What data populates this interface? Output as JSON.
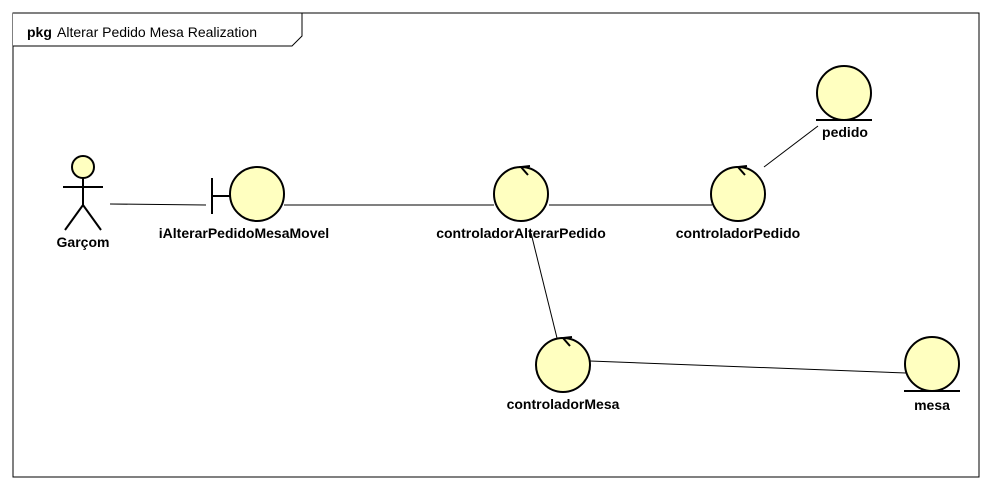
{
  "frame": {
    "keyword": "pkg",
    "title": "Alterar Pedido Mesa Realization"
  },
  "nodes": {
    "garcom": {
      "label": "Garçom",
      "kind": "actor"
    },
    "iAlterarPedidoMesaMovel": {
      "label": "iAlterarPedidoMesaMovel",
      "kind": "boundary"
    },
    "controladorAlterarPedido": {
      "label": "controladorAlterarPedido",
      "kind": "control"
    },
    "controladorPedido": {
      "label": "controladorPedido",
      "kind": "control"
    },
    "pedido": {
      "label": "pedido",
      "kind": "entity"
    },
    "controladorMesa": {
      "label": "controladorMesa",
      "kind": "control"
    },
    "mesa": {
      "label": "mesa",
      "kind": "entity"
    }
  },
  "links": [
    {
      "from": "garcom",
      "to": "iAlterarPedidoMesaMovel"
    },
    {
      "from": "iAlterarPedidoMesaMovel",
      "to": "controladorAlterarPedido"
    },
    {
      "from": "controladorAlterarPedido",
      "to": "controladorPedido"
    },
    {
      "from": "controladorPedido",
      "to": "pedido"
    },
    {
      "from": "controladorAlterarPedido",
      "to": "controladorMesa"
    },
    {
      "from": "controladorMesa",
      "to": "mesa"
    }
  ],
  "colors": {
    "element_fill": "#ffffc0",
    "stroke": "#000000",
    "background": "#ffffff"
  }
}
